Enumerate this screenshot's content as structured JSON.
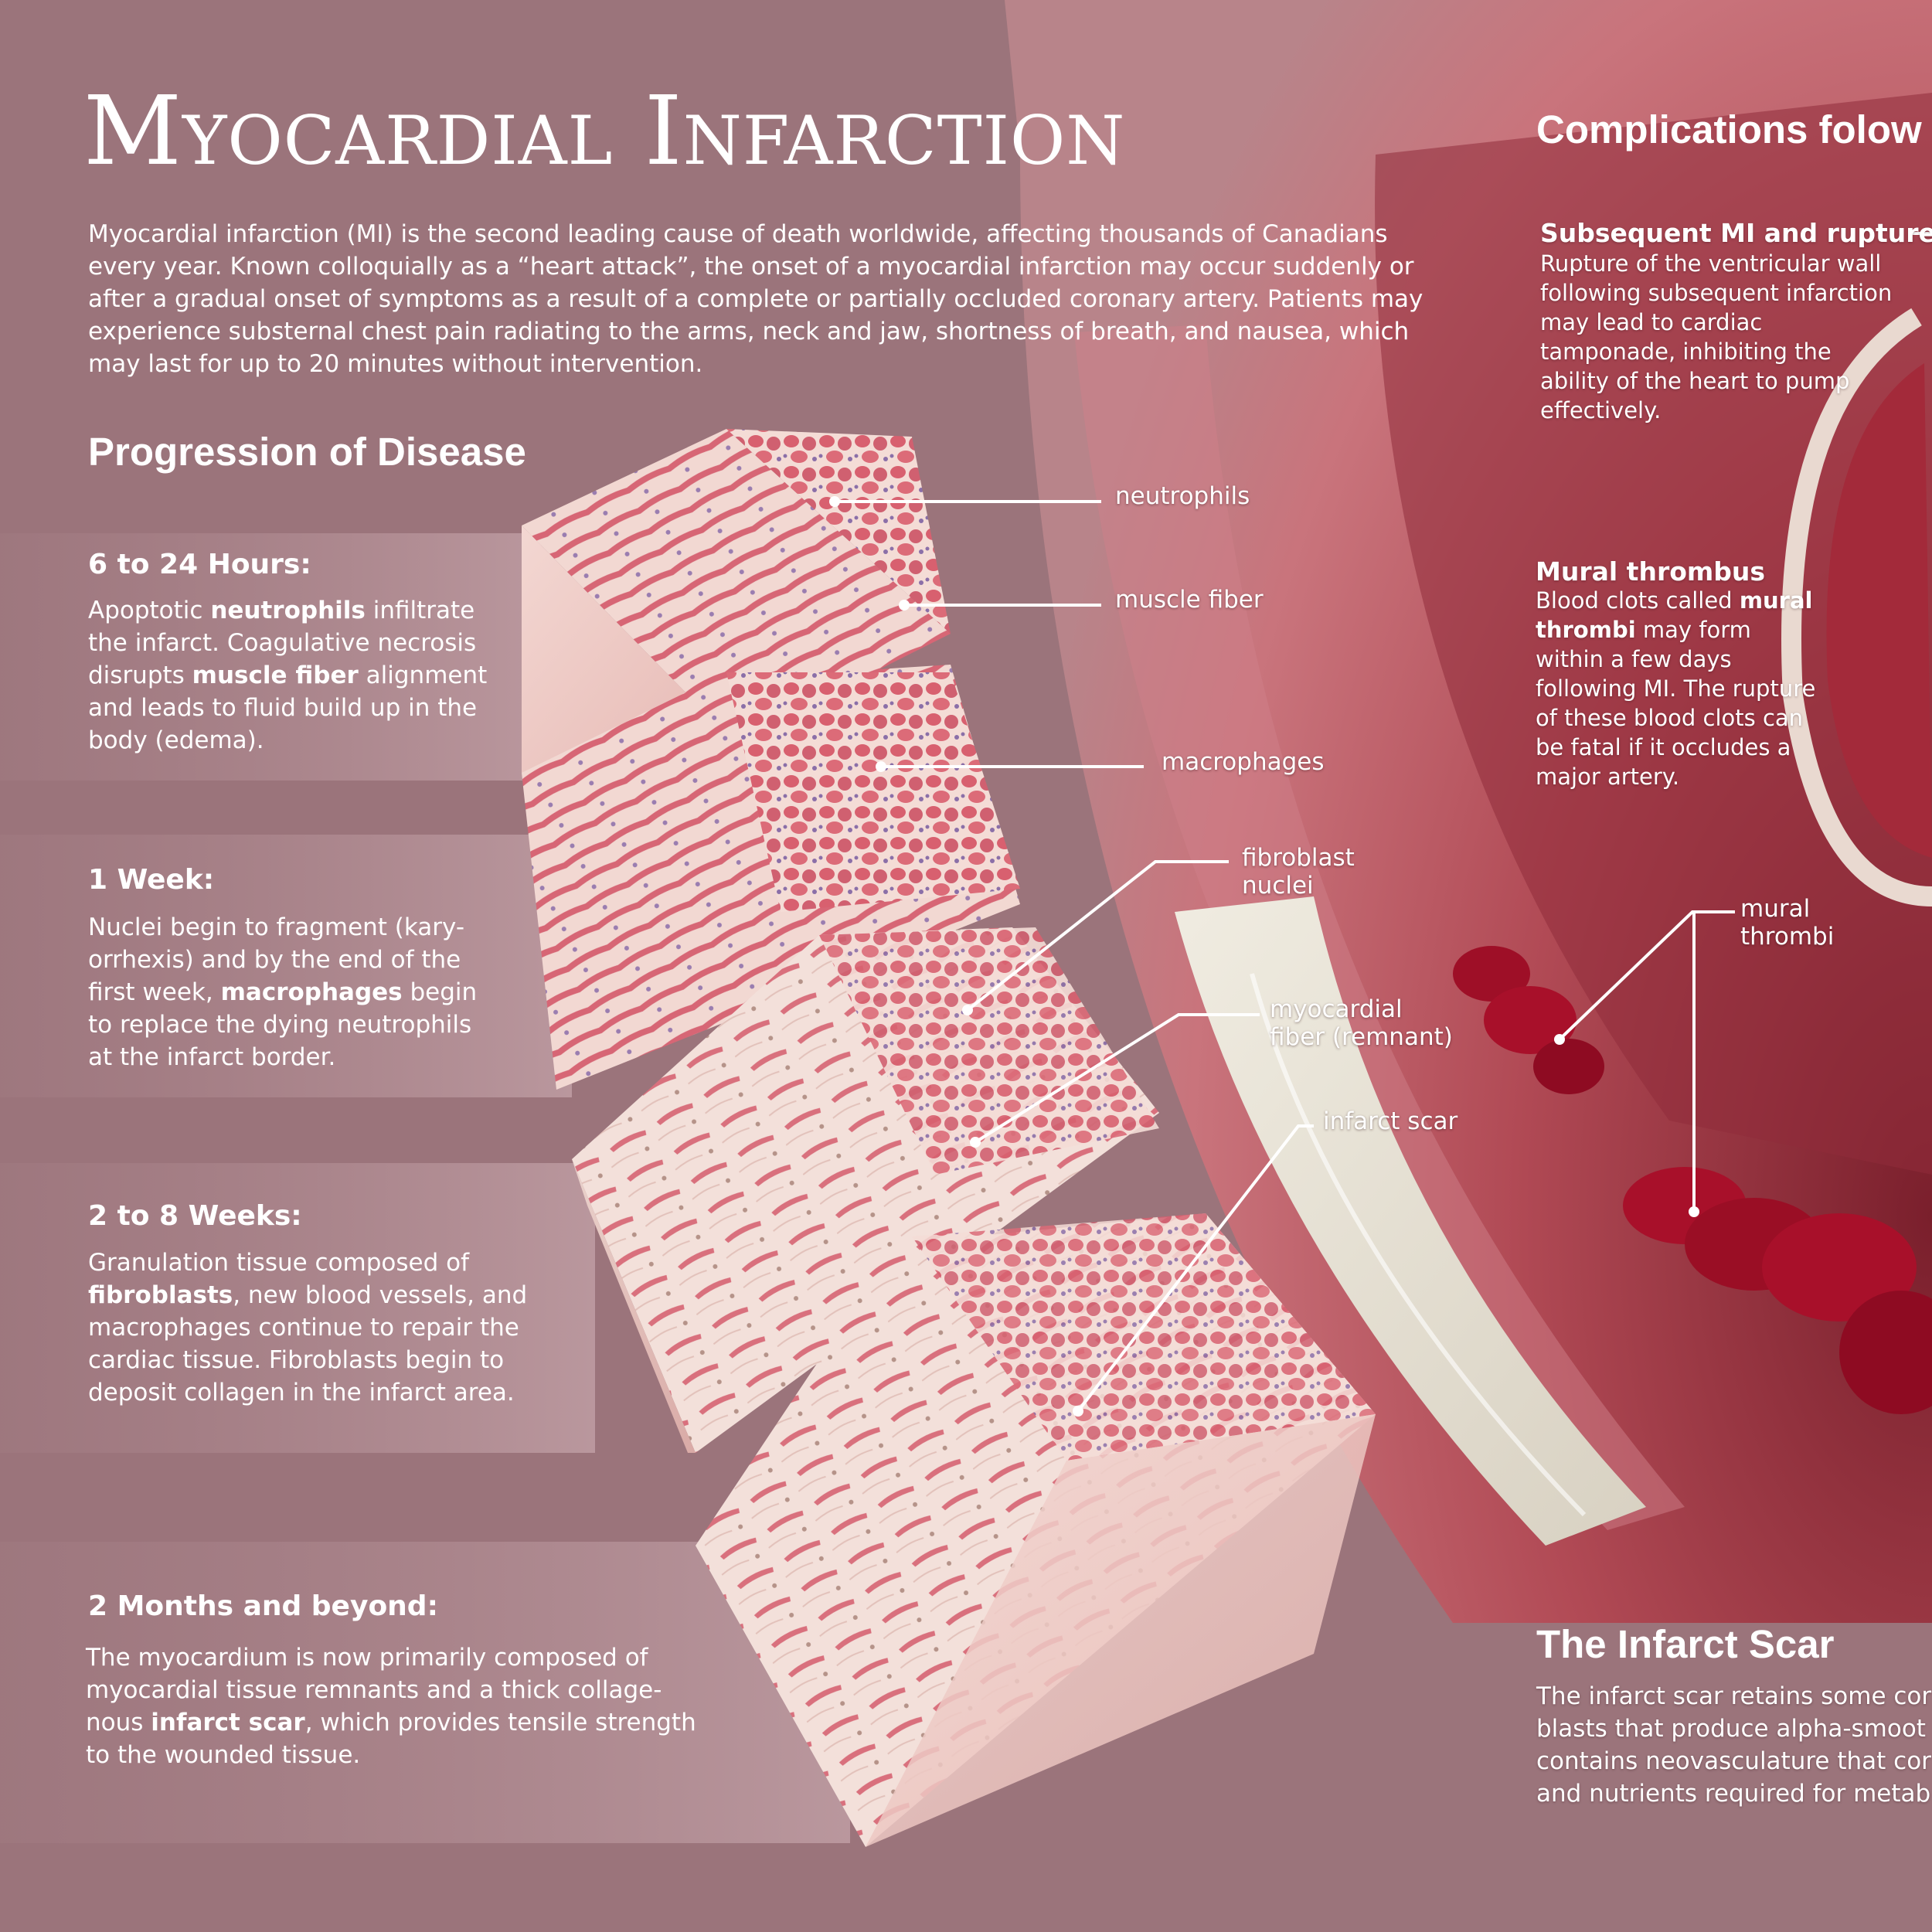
{
  "title": "Myocardial Infarction",
  "intro": "Myocardial infarction (MI) is the second leading cause of death worldwide, affecting thousands of Canadians every year. Known colloquially as a “heart attack”, the onset of a myocardial infarction may occur suddenly or after a gradual onset of symptoms as a result of a complete or partially occluded coronary artery. Patients may experience substernal chest pain radiating to the arms, neck and jaw, shortness of breath, and nausea, which may last for up to 20 minutes without intervention.",
  "progression": {
    "heading": "Progression of Disease",
    "stages": [
      {
        "heading": "6 to 24 Hours:",
        "body": [
          {
            "t": "Apoptotic "
          },
          {
            "t": "neutrophils",
            "b": true
          },
          {
            "t": " infiltrate the infarct. Coagulative necrosis disrupts "
          },
          {
            "t": "muscle fiber",
            "b": true
          },
          {
            "t": " alignment and leads to fluid build up in the body (edema)."
          }
        ]
      },
      {
        "heading": "1 Week:",
        "body": [
          {
            "t": "Nuclei begin to fragment (kary-orrhexis) and by the end of the first week, "
          },
          {
            "t": "macrophages",
            "b": true
          },
          {
            "t": " begin to replace the dying neutrophils at the infarct border."
          }
        ]
      },
      {
        "heading": "2 to 8 Weeks:",
        "body": [
          {
            "t": "Granulation tissue composed of "
          },
          {
            "t": "fibroblasts",
            "b": true
          },
          {
            "t": ", new blood vessels, and macrophages continue to repair the cardiac tissue. Fibroblasts begin to deposit collagen in the infarct area."
          }
        ]
      },
      {
        "heading": "2 Months and beyond:",
        "body": [
          {
            "t": "The myocardium is now primarily composed of myocardial tissue remnants and a thick collage-nous "
          },
          {
            "t": "infarct scar",
            "b": true
          },
          {
            "t": ", which provides tensile strength to the wounded tissue."
          }
        ]
      }
    ]
  },
  "labels": {
    "neutrophils": "neutrophils",
    "muscle_fiber": "muscle fiber",
    "macrophages": "macrophages",
    "fibroblast_1": "fibroblast",
    "fibroblast_2": "nuclei",
    "myocardial_1": "myocardial",
    "myocardial_2": "fiber (remnant)",
    "infarct_scar": "infarct scar",
    "mural_1": "mural",
    "mural_2": "thrombi"
  },
  "complications": {
    "heading": "Complications folow",
    "rupture": {
      "heading": "Subsequent MI and rupture",
      "body": [
        {
          "t": "Rupture of the ventricular wall following subsequent infarction may lead to cardiac tamponade, inhibiting the ability of the heart to pump effectively."
        }
      ]
    },
    "thrombus": {
      "heading": "Mural thrombus",
      "body": [
        {
          "t": "Blood clots called "
        },
        {
          "t": "mural thrombi",
          "b": true
        },
        {
          "t": " may form within a few days following MI. The rupture of these blood clots can be fatal if it occludes a major artery."
        }
      ]
    }
  },
  "scar": {
    "heading": "The Infarct Scar",
    "lines": [
      "The infarct scar retains some cor",
      "blasts that produce alpha-smoot",
      "contains neovasculature that cor",
      "and nutrients required for metab"
    ]
  },
  "colors": {
    "background": "#9b747b",
    "muscle": "#d9707d",
    "scar": "#f0d8cf",
    "thrombus": "#a8102a",
    "text": "#ffffff"
  }
}
